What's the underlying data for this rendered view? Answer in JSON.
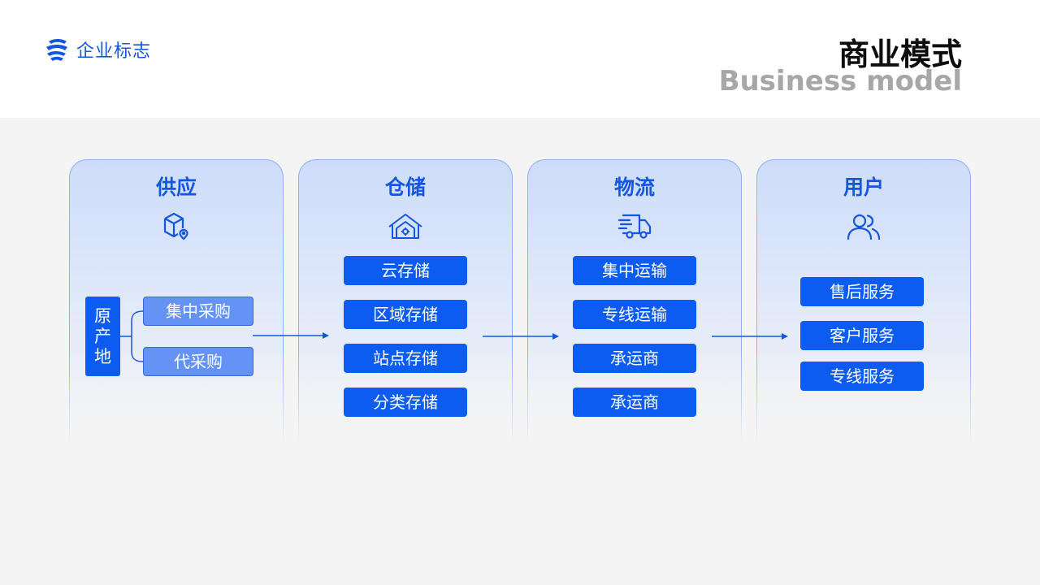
{
  "header": {
    "logo_text": "企业标志",
    "title_zh": "商业模式",
    "title_en": "Business model"
  },
  "columns": [
    {
      "title": "供应",
      "icon": "package-location-icon"
    },
    {
      "title": "仓储",
      "icon": "warehouse-icon"
    },
    {
      "title": "物流",
      "icon": "delivery-truck-icon"
    },
    {
      "title": "用户",
      "icon": "users-icon"
    }
  ],
  "supply": {
    "origin": "原产地",
    "items": [
      "集中采购",
      "代采购"
    ]
  },
  "storage": {
    "items": [
      "云存储",
      "区域存储",
      "站点存储",
      "分类存储"
    ]
  },
  "logistics": {
    "items": [
      "集中运输",
      "专线运输",
      "承运商",
      "承运商"
    ]
  },
  "users": {
    "items": [
      "售后服务",
      "客户服务",
      "专线服务"
    ]
  },
  "colors": {
    "primary": "#0c5cf2",
    "primary_light": "#6493f5",
    "title_blue": "#1556e0",
    "column_fill": "#cddcfa",
    "column_border": "#8fb0f4",
    "subtitle_gray": "#a7a7a7"
  }
}
